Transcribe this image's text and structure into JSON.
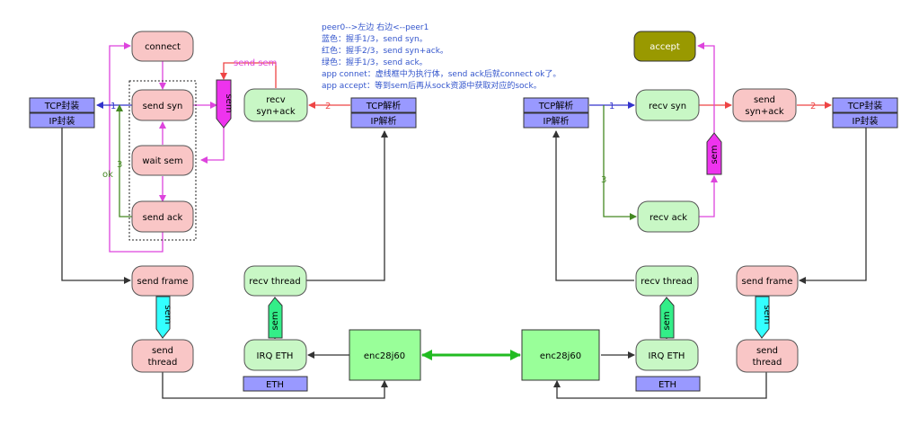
{
  "colors": {
    "node_pink": "#f9c6c6",
    "node_green": "#c8f7c5",
    "node_blue": "#9999ff",
    "node_olive": "#999900",
    "node_bright_green": "#99ff99",
    "sem_magenta": "#ee33ee",
    "sem_cyan": "#33ffff",
    "sem_spring": "#33ee88",
    "edge_magenta": "#dd44dd",
    "edge_blue": "#3333cc",
    "edge_red": "#ee4444",
    "edge_green": "#448822",
    "edge_dark": "#333333",
    "link_green": "#22bb22",
    "note_text": "#3355cc"
  },
  "notes": [
    "peer0-->左边     右边<--peer1",
    "蓝色：握手1/3，send syn。",
    "红色：握手2/3，send syn+ack。",
    "绿色：握手1/3，send ack。",
    "app connet：虚线框中为执行体，send ack后就connect ok了。",
    "app accept：等到sem后再从sock资源中获取对应的sock。"
  ],
  "left": {
    "connect": "connect",
    "send_syn": "send syn",
    "wait_sem": "wait sem",
    "send_ack": "send ack",
    "recv_synack": [
      "recv",
      "syn+ack"
    ],
    "tcp_pack": "TCP封装",
    "ip_pack": "IP封装",
    "tcp_parse": "TCP解析",
    "ip_parse": "IP解析",
    "send_frame": "send frame",
    "send_thread": [
      "send",
      "thread"
    ],
    "recv_thread": "recv thread",
    "irq_eth": "IRQ ETH",
    "eth": "ETH",
    "enc": "enc28j60",
    "sem1": "sem",
    "sem2": "sem",
    "sem3": "sem",
    "edge_send_sem": "send sem",
    "edge_1": "1",
    "edge_2": "2",
    "edge_3": "3",
    "edge_ok": "ok"
  },
  "right": {
    "accept": "accept",
    "recv_syn": "recv syn",
    "send_synack": [
      "send",
      "syn+ack"
    ],
    "recv_ack": "recv ack",
    "tcp_parse": "TCP解析",
    "ip_parse": "IP解析",
    "tcp_pack": "TCP封装",
    "ip_pack": "IP封装",
    "send_frame": "send frame",
    "send_thread": [
      "send",
      "thread"
    ],
    "recv_thread": "recv thread",
    "irq_eth": "IRQ ETH",
    "eth": "ETH",
    "enc": "enc28j60",
    "sem1": "sem",
    "sem2": "sem",
    "sem3": "sem",
    "edge_1": "1",
    "edge_2": "2",
    "edge_3": "3"
  }
}
